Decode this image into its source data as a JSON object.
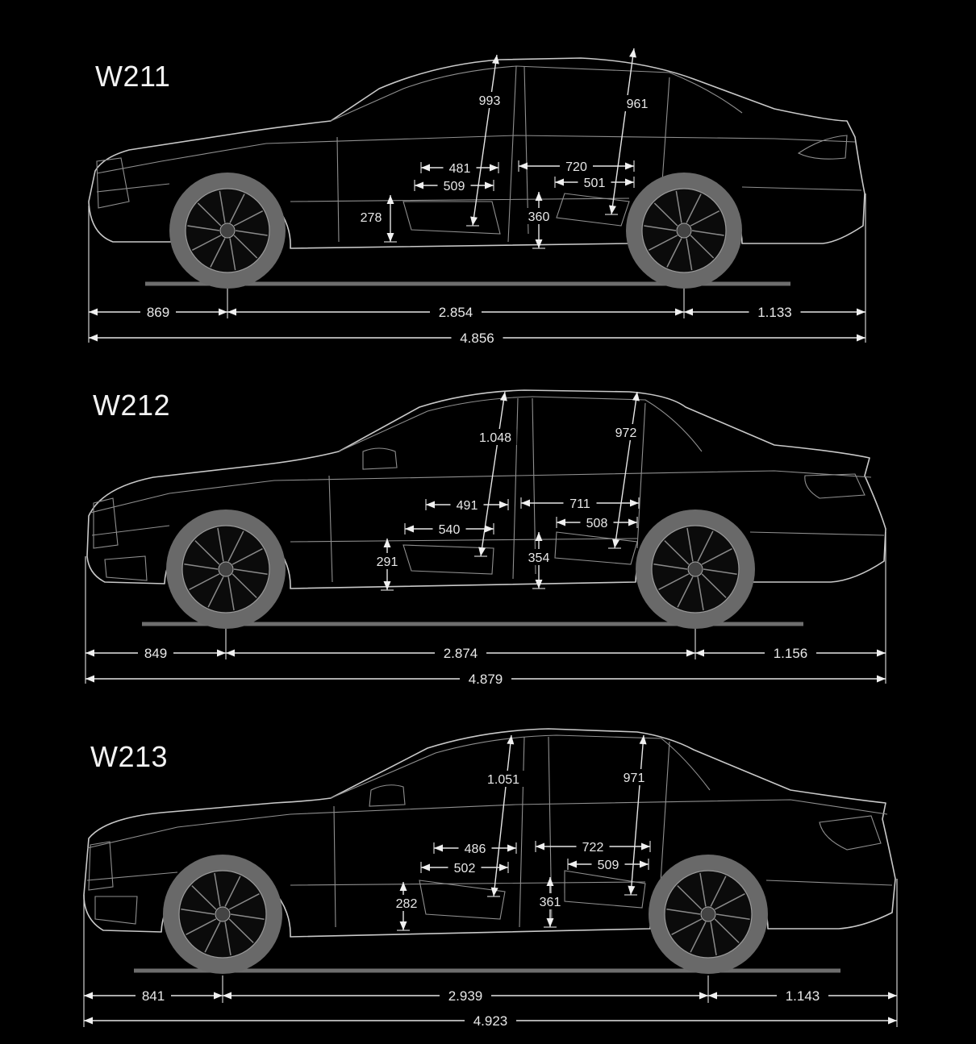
{
  "models": [
    {
      "title": "W211",
      "dims": {
        "front_overhang": "869",
        "wheelbase": "2.854",
        "rear_overhang": "1.133",
        "length": "4.856",
        "front_headroom": "993",
        "rear_headroom": "961",
        "front_shoulder": "481",
        "front_seat_depth": "509",
        "rear_knee": "720",
        "rear_seat_depth": "501",
        "front_seat_height": "278",
        "rear_seat_height": "360"
      }
    },
    {
      "title": "W212",
      "dims": {
        "front_overhang": "849",
        "wheelbase": "2.874",
        "rear_overhang": "1.156",
        "length": "4.879",
        "front_headroom": "1.048",
        "rear_headroom": "972",
        "front_shoulder": "491",
        "front_seat_depth": "540",
        "rear_knee": "711",
        "rear_seat_depth": "508",
        "front_seat_height": "291",
        "rear_seat_height": "354"
      }
    },
    {
      "title": "W213",
      "dims": {
        "front_overhang": "841",
        "wheelbase": "2.939",
        "rear_overhang": "1.143",
        "length": "4.923",
        "front_headroom": "1.051",
        "rear_headroom": "971",
        "front_shoulder": "486",
        "front_seat_depth": "502",
        "rear_knee": "722",
        "rear_seat_depth": "509",
        "front_seat_height": "282",
        "rear_seat_height": "361"
      }
    }
  ]
}
